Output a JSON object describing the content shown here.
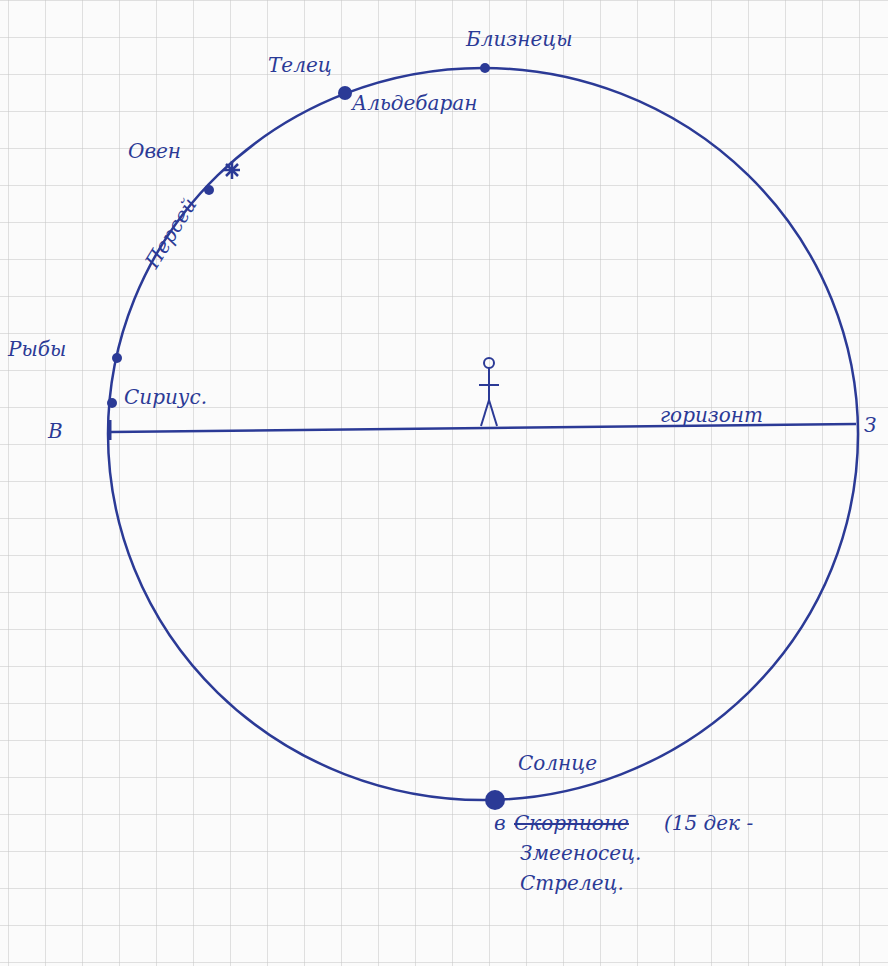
{
  "diagram": {
    "labels": [
      "Близнецы",
      "Телец",
      "Альдебаран",
      "Овен",
      "Персей",
      "Рыбы",
      "Сириус.",
      "В",
      "горизонт",
      "З",
      "Солнце",
      "в",
      "Скорпионе",
      "Змееносец.",
      "Стрелец.",
      "(15 дек -"
    ]
  }
}
